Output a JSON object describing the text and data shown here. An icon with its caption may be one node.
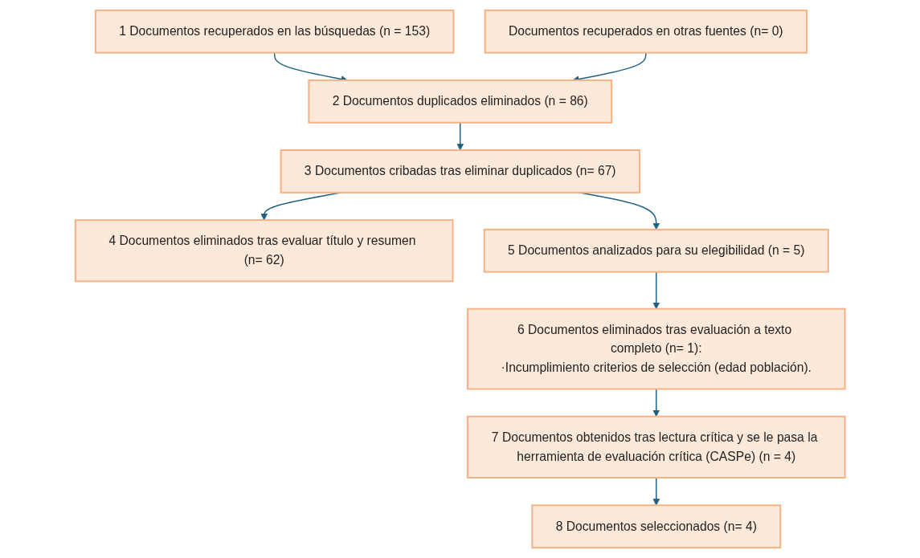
{
  "diagram": {
    "nodes": [
      {
        "text": [
          "1 Documentos recuperados en las búsquedas (n = 153)"
        ]
      },
      {
        "text": [
          "Documentos recuperados en otras fuentes (n= 0)"
        ]
      },
      {
        "text": [
          "2 Documentos duplicados eliminados (n = 86)"
        ]
      },
      {
        "text": [
          "3 Documentos cribadas tras eliminar duplicados (n= 67)"
        ]
      },
      {
        "text": [
          "4 Documentos eliminados tras evaluar título y resumen (n= 62)"
        ]
      },
      {
        "text": [
          "5 Documentos analizados para su elegibilidad (n = 5)"
        ]
      },
      {
        "text": [
          "6 Documentos eliminados tras evaluación a texto completo (n= 1):",
          "·Incumplimiento criterios de selección (edad población)."
        ]
      },
      {
        "text": [
          "7 Documentos obtenidos tras lectura crítica y se le pasa la herramienta de evaluación crítica (CASPe) (n = 4)"
        ]
      },
      {
        "text": [
          "8 Documentos seleccionados (n= 4)"
        ]
      }
    ],
    "edges": [
      {
        "from": 0,
        "to": 2,
        "arrow": "to"
      },
      {
        "from": 1,
        "to": 2,
        "arrow": "to"
      },
      {
        "from": 2,
        "to": 3,
        "arrow": "to"
      },
      {
        "from": 3,
        "to": 4,
        "arrow": "to"
      },
      {
        "from": 3,
        "to": 5,
        "arrow": "to"
      },
      {
        "from": 5,
        "to": 6,
        "arrow": "to"
      },
      {
        "from": 6,
        "to": 7,
        "arrow": "to"
      },
      {
        "from": 7,
        "to": 8,
        "arrow": "to"
      }
    ]
  }
}
